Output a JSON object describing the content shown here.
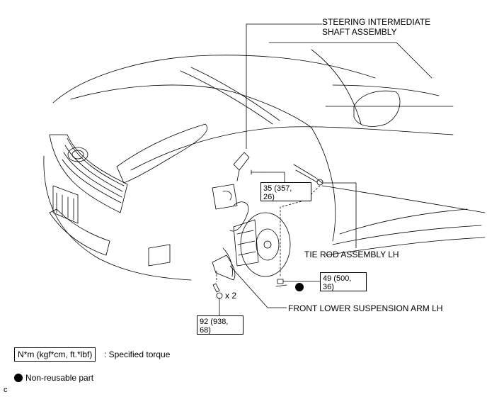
{
  "labels": {
    "steering_shaft": "STEERING INTERMEDIATE\nSHAFT ASSEMBLY",
    "tie_rod": "TIE ROD ASSEMBLY LH",
    "lower_arm": "FRONT LOWER SUSPENSION ARM LH",
    "multiplier": "x 2"
  },
  "torques": {
    "shaft_bolt": "35 (357,\n26)",
    "tie_rod_nut": "49 (500,\n36)",
    "arm_bolts": "92 (938,\n68)"
  },
  "legend": {
    "torque_unit": "N*m (kgf*cm, ft.*lbf)",
    "torque_desc": ": Specified torque",
    "nonreusable_desc": "Non-reusable part"
  },
  "corner_code": "c"
}
